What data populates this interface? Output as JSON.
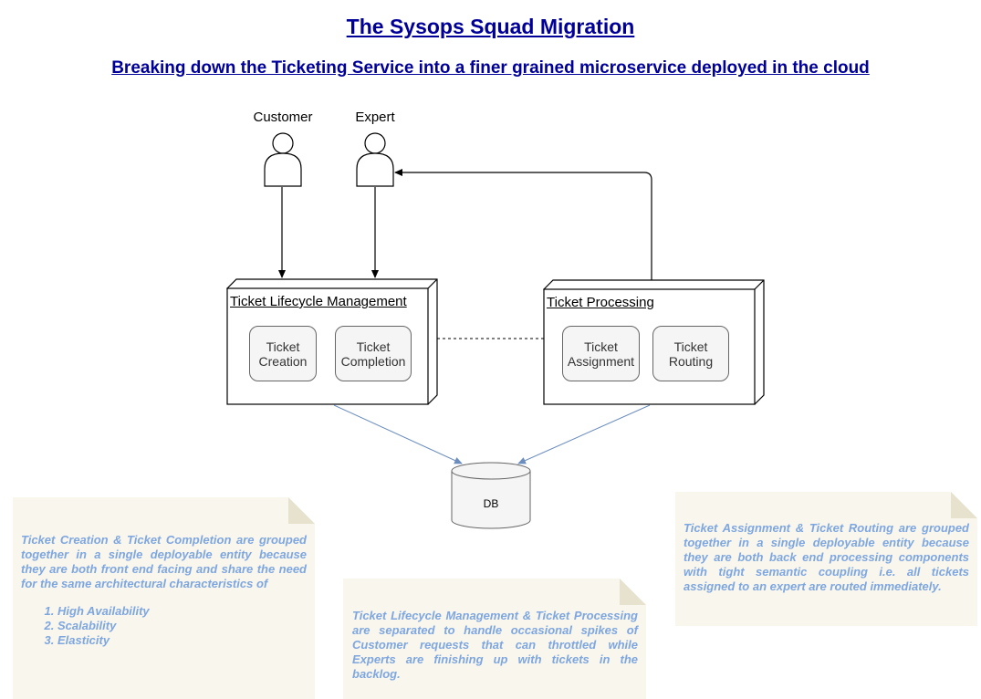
{
  "title": "The Sysops Squad Migration",
  "subtitle": "Breaking down the Ticketing Service into a finer grained microservice deployed in the cloud",
  "actors": {
    "customer": "Customer",
    "expert": "Expert"
  },
  "nodes": {
    "lifecycle": {
      "title": "Ticket Lifecycle Management",
      "components": [
        {
          "label": "Ticket\nCreation"
        },
        {
          "label": "Ticket\nCompletion"
        }
      ]
    },
    "processing": {
      "title": "Ticket Processing",
      "components": [
        {
          "label": "Ticket\nAssignment"
        },
        {
          "label": "Ticket\nRouting"
        }
      ]
    }
  },
  "database": "DB",
  "notes": {
    "left": {
      "text": "Ticket Creation & Ticket Completion are grouped together in a single deployable entity because they are both front end facing and share the need for the same architectural characteristics of",
      "items": [
        "High Availability",
        "Scalability",
        "Elasticity"
      ]
    },
    "middle": {
      "text": "Ticket Lifecycle Management & Ticket Processing are separated to handle occasional spikes of Customer requests that can throttled while Experts are finishing up with tickets in the backlog."
    },
    "right": {
      "text": "Ticket Assignment & Ticket Routing are grouped together in a single deployable entity because they are both back end processing components with tight semantic coupling i.e. all tickets assigned to an expert are routed immediately."
    }
  },
  "colors": {
    "title": "#000099",
    "note_text": "#7ea6e0",
    "note_fill": "#f9f7ed",
    "db_arrow": "#6c8ebf"
  }
}
